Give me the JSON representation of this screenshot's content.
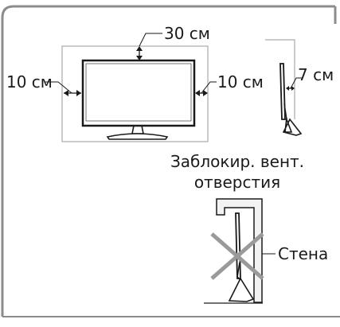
{
  "labels": {
    "top_clearance": "30 см",
    "left_clearance": "10 см",
    "right_clearance": "10 см",
    "rear_clearance": "7 см",
    "blocked_vents_line1": "Заблокир. вент.",
    "blocked_vents_line2": "отверстия",
    "wall": "Стена"
  },
  "colors": {
    "frame_border": "#8c8c8c",
    "clearance_box": "#aaaaaa",
    "line": "#1a1a1a",
    "cross": "#9a9a9a",
    "wall_fill": "#f2f2f2"
  }
}
